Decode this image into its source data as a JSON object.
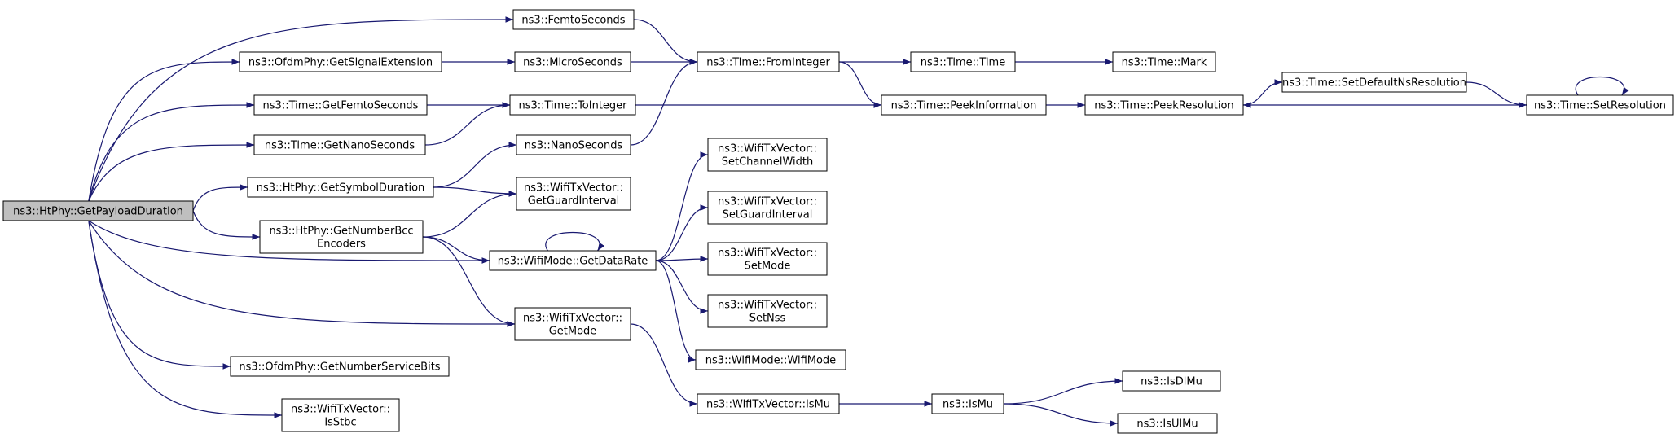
{
  "nodes": [
    {
      "id": "root",
      "lines": [
        "ns3::HtPhy::GetPayloadDuration"
      ],
      "root": true
    },
    {
      "id": "femto",
      "lines": [
        "ns3::FemtoSeconds"
      ]
    },
    {
      "id": "sigext",
      "lines": [
        "ns3::OfdmPhy::GetSignalExtension"
      ]
    },
    {
      "id": "micro",
      "lines": [
        "ns3::MicroSeconds"
      ]
    },
    {
      "id": "frominteger",
      "lines": [
        "ns3::Time::FromInteger"
      ]
    },
    {
      "id": "timetime",
      "lines": [
        "ns3::Time::Time"
      ]
    },
    {
      "id": "mark",
      "lines": [
        "ns3::Time::Mark"
      ]
    },
    {
      "id": "getfemto",
      "lines": [
        "ns3::Time::GetFemtoSeconds"
      ]
    },
    {
      "id": "tointeger",
      "lines": [
        "ns3::Time::ToInteger"
      ]
    },
    {
      "id": "peekinfo",
      "lines": [
        "ns3::Time::PeekInformation"
      ]
    },
    {
      "id": "peekres",
      "lines": [
        "ns3::Time::PeekResolution"
      ]
    },
    {
      "id": "setdefault",
      "lines": [
        "ns3::Time::SetDefaultNsResolution"
      ]
    },
    {
      "id": "setres",
      "lines": [
        "ns3::Time::SetResolution"
      ]
    },
    {
      "id": "getnano",
      "lines": [
        "ns3::Time::GetNanoSeconds"
      ]
    },
    {
      "id": "nano",
      "lines": [
        "ns3::NanoSeconds"
      ]
    },
    {
      "id": "symdur",
      "lines": [
        "ns3::HtPhy::GetSymbolDuration"
      ]
    },
    {
      "id": "guard",
      "lines": [
        "ns3::WifiTxVector::",
        "GetGuardInterval"
      ]
    },
    {
      "id": "setchw",
      "lines": [
        "ns3::WifiTxVector::",
        "SetChannelWidth"
      ]
    },
    {
      "id": "setgi",
      "lines": [
        "ns3::WifiTxVector::",
        "SetGuardInterval"
      ]
    },
    {
      "id": "bcc",
      "lines": [
        "ns3::HtPhy::GetNumberBcc",
        "Encoders"
      ]
    },
    {
      "id": "datarate",
      "lines": [
        "ns3::WifiMode::GetDataRate"
      ]
    },
    {
      "id": "setmode",
      "lines": [
        "ns3::WifiTxVector::",
        "SetMode"
      ]
    },
    {
      "id": "setnss",
      "lines": [
        "ns3::WifiTxVector::",
        "SetNss"
      ]
    },
    {
      "id": "getmode",
      "lines": [
        "ns3::WifiTxVector::",
        "GetMode"
      ]
    },
    {
      "id": "wifimode",
      "lines": [
        "ns3::WifiMode::WifiMode"
      ]
    },
    {
      "id": "servicebits",
      "lines": [
        "ns3::OfdmPhy::GetNumberServiceBits"
      ]
    },
    {
      "id": "ismu_vec",
      "lines": [
        "ns3::WifiTxVector::IsMu"
      ]
    },
    {
      "id": "ismu",
      "lines": [
        "ns3::IsMu"
      ]
    },
    {
      "id": "isdlmu",
      "lines": [
        "ns3::IsDlMu"
      ]
    },
    {
      "id": "isulmu",
      "lines": [
        "ns3::IsUlMu"
      ]
    },
    {
      "id": "isstbc",
      "lines": [
        "ns3::WifiTxVector::",
        "IsStbc"
      ]
    }
  ],
  "edges": [
    [
      "root",
      "femto"
    ],
    [
      "root",
      "sigext"
    ],
    [
      "root",
      "getfemto"
    ],
    [
      "root",
      "getnano"
    ],
    [
      "root",
      "symdur"
    ],
    [
      "root",
      "bcc"
    ],
    [
      "root",
      "datarate"
    ],
    [
      "root",
      "getmode"
    ],
    [
      "root",
      "servicebits"
    ],
    [
      "root",
      "isstbc"
    ],
    [
      "femto",
      "frominteger"
    ],
    [
      "sigext",
      "micro"
    ],
    [
      "micro",
      "frominteger"
    ],
    [
      "frominteger",
      "timetime"
    ],
    [
      "frominteger",
      "peekinfo"
    ],
    [
      "timetime",
      "mark"
    ],
    [
      "getfemto",
      "tointeger"
    ],
    [
      "getnano",
      "tointeger"
    ],
    [
      "tointeger",
      "peekinfo"
    ],
    [
      "peekinfo",
      "peekres"
    ],
    [
      "peekres",
      "setdefault"
    ],
    [
      "setdefault",
      "setres"
    ],
    [
      "setres",
      "peekres"
    ],
    [
      "setres",
      "setres"
    ],
    [
      "nano",
      "frominteger"
    ],
    [
      "symdur",
      "nano"
    ],
    [
      "symdur",
      "guard"
    ],
    [
      "bcc",
      "guard"
    ],
    [
      "bcc",
      "datarate"
    ],
    [
      "bcc",
      "getmode"
    ],
    [
      "datarate",
      "datarate"
    ],
    [
      "datarate",
      "setchw"
    ],
    [
      "datarate",
      "setgi"
    ],
    [
      "datarate",
      "setmode"
    ],
    [
      "datarate",
      "setnss"
    ],
    [
      "datarate",
      "wifimode"
    ],
    [
      "getmode",
      "ismu_vec"
    ],
    [
      "ismu_vec",
      "ismu"
    ],
    [
      "ismu",
      "isdlmu"
    ],
    [
      "ismu",
      "isulmu"
    ]
  ],
  "colors": {
    "edge": "#191970",
    "root_fill": "#bfbfbf",
    "node_fill": "#ffffff"
  }
}
